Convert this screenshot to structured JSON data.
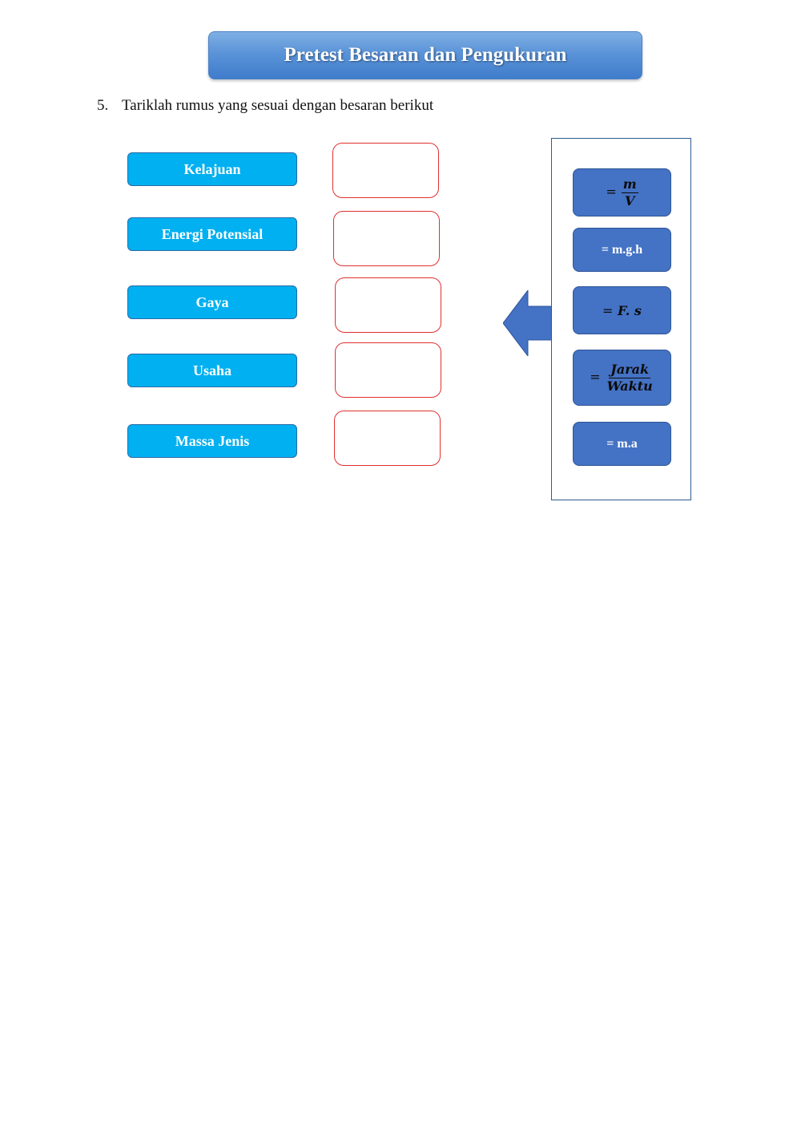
{
  "title": "Pretest Besaran dan Pengukuran",
  "question": {
    "number": "5.",
    "text": "Tariklah rumus yang sesuai dengan besaran berikut"
  },
  "terms": [
    "Kelajuan",
    "Energi Potensial",
    "Gaya",
    "Usaha",
    "Massa Jenis"
  ],
  "formulas": {
    "f1": {
      "eq": "=",
      "numerator": "m",
      "denominator": "V"
    },
    "f2": {
      "text": "= m.g.h"
    },
    "f3": {
      "eq": "=",
      "expr": "F. s"
    },
    "f4": {
      "eq": "=",
      "numerator": "Jarak",
      "denominator": "Waktu"
    },
    "f5": {
      "text": "= m.a"
    }
  },
  "colors": {
    "term_fill": "#00b0f0",
    "formula_fill": "#4472c4",
    "drop_border": "#e0302f",
    "banner": "#5a93d8"
  }
}
